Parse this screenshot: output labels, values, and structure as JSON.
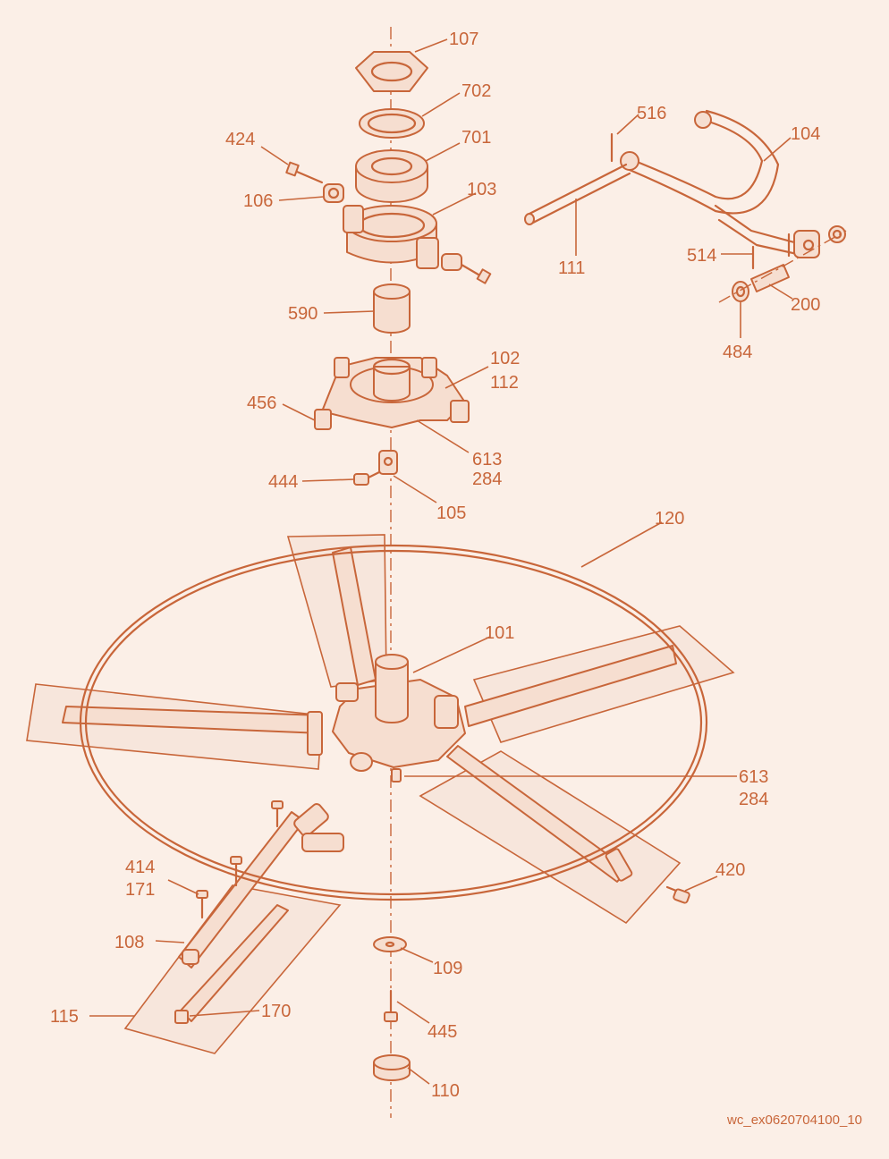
{
  "callouts": [
    {
      "id": "c107",
      "text": "107"
    },
    {
      "id": "c702",
      "text": "702"
    },
    {
      "id": "c701",
      "text": "701"
    },
    {
      "id": "c424",
      "text": "424"
    },
    {
      "id": "c106",
      "text": "106"
    },
    {
      "id": "c103",
      "text": "103"
    },
    {
      "id": "c590",
      "text": "590"
    },
    {
      "id": "c102",
      "text": "102"
    },
    {
      "id": "c112",
      "text": "112"
    },
    {
      "id": "c456",
      "text": "456"
    },
    {
      "id": "c613a",
      "text": "613"
    },
    {
      "id": "c284a",
      "text": "284"
    },
    {
      "id": "c444",
      "text": "444"
    },
    {
      "id": "c105",
      "text": "105"
    },
    {
      "id": "c516",
      "text": "516"
    },
    {
      "id": "c104",
      "text": "104"
    },
    {
      "id": "c111",
      "text": "111"
    },
    {
      "id": "c514",
      "text": "514"
    },
    {
      "id": "c200",
      "text": "200"
    },
    {
      "id": "c484",
      "text": "484"
    },
    {
      "id": "c120",
      "text": "120"
    },
    {
      "id": "c101",
      "text": "101"
    },
    {
      "id": "c613b",
      "text": "613"
    },
    {
      "id": "c284b",
      "text": "284"
    },
    {
      "id": "c414",
      "text": "414"
    },
    {
      "id": "c171",
      "text": "171"
    },
    {
      "id": "c420",
      "text": "420"
    },
    {
      "id": "c108",
      "text": "108"
    },
    {
      "id": "c109",
      "text": "109"
    },
    {
      "id": "c170",
      "text": "170"
    },
    {
      "id": "c115",
      "text": "115"
    },
    {
      "id": "c445",
      "text": "445"
    },
    {
      "id": "c110",
      "text": "110"
    }
  ],
  "drawing_reference": "wc_ex0620704100_10",
  "colors": {
    "line": "#c8663a",
    "background": "#fbefe7"
  }
}
